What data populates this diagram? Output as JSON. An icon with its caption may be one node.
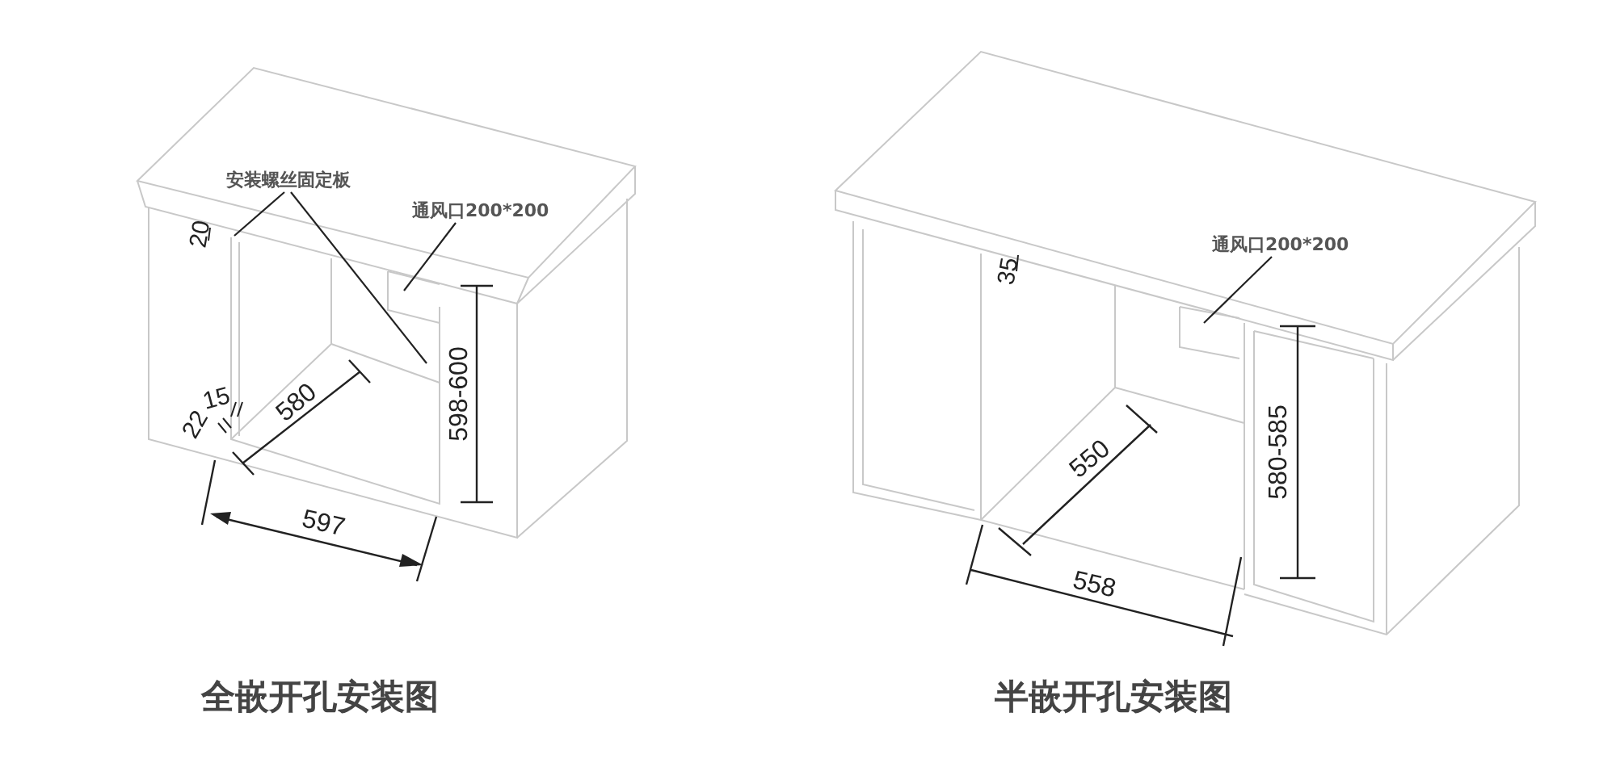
{
  "diagram": {
    "nodes": [
      {
        "text": [
          "安装螺丝固定板"
        ]
      },
      {
        "text": [
          "通风口200*200"
        ]
      },
      {
        "text": [
          "通风口200*200"
        ]
      }
    ],
    "edges": [
      {
        "from": 0,
        "to": null,
        "arrow": "none"
      },
      {
        "from": 0,
        "to": null,
        "arrow": "none"
      },
      {
        "from": 1,
        "to": null,
        "arrow": "none"
      },
      {
        "from": 2,
        "to": null,
        "arrow": "none"
      }
    ],
    "labels": [
      "20",
      "22",
      "15",
      "580",
      "598-600",
      "597",
      "35",
      "550",
      "580-585",
      "558",
      "全嵌开孔安装图",
      "半嵌开孔安装图"
    ]
  }
}
